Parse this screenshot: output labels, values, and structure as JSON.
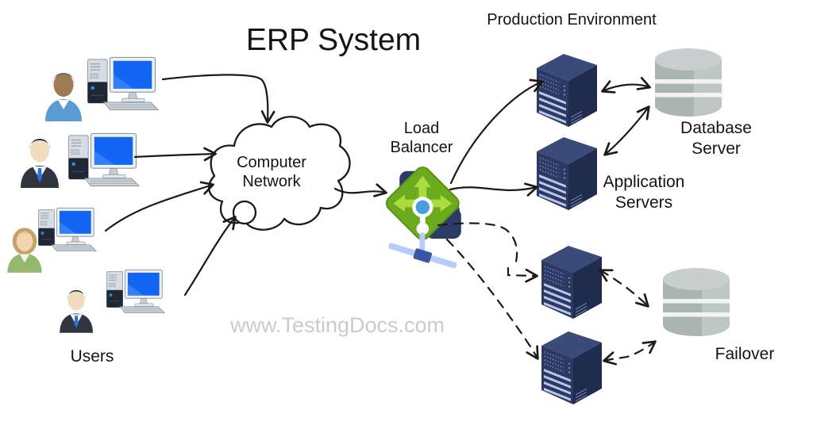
{
  "title": "ERP System",
  "watermark": "www.TestingDocs.com",
  "labels": {
    "production_environment": "Production Environment",
    "computer_network": "Computer\nNetwork",
    "load_balancer": "Load\nBalancer",
    "application_servers": "Application\nServers",
    "database_server": "Database\nServer",
    "failover": "Failover",
    "users": "Users"
  },
  "diagram": {
    "nodes": [
      {
        "id": "users",
        "label": "Users",
        "type": "actors",
        "count": 4
      },
      {
        "id": "computer-network",
        "label": "Computer Network",
        "type": "cloud"
      },
      {
        "id": "load-balancer",
        "label": "Load Balancer",
        "type": "load-balancer"
      },
      {
        "id": "app-server-1",
        "label": "Application Servers",
        "type": "server"
      },
      {
        "id": "app-server-2",
        "label": "Application Servers",
        "type": "server"
      },
      {
        "id": "database-server",
        "label": "Database Server",
        "type": "database"
      },
      {
        "id": "failover-server-1",
        "label": "",
        "type": "server"
      },
      {
        "id": "failover-server-2",
        "label": "",
        "type": "server"
      },
      {
        "id": "failover-db",
        "label": "Failover",
        "type": "database"
      }
    ],
    "connections": [
      {
        "from": "user-1",
        "to": "computer-network",
        "style": "solid",
        "arrow": "single"
      },
      {
        "from": "user-2",
        "to": "computer-network",
        "style": "solid",
        "arrow": "single"
      },
      {
        "from": "user-3",
        "to": "computer-network",
        "style": "solid",
        "arrow": "single"
      },
      {
        "from": "user-4",
        "to": "computer-network",
        "style": "solid",
        "arrow": "single"
      },
      {
        "from": "computer-network",
        "to": "load-balancer",
        "style": "solid",
        "arrow": "single"
      },
      {
        "from": "load-balancer",
        "to": "app-server-1",
        "style": "solid",
        "arrow": "single"
      },
      {
        "from": "load-balancer",
        "to": "app-server-2",
        "style": "solid",
        "arrow": "single"
      },
      {
        "from": "app-server-1",
        "to": "database-server",
        "style": "solid",
        "arrow": "double"
      },
      {
        "from": "app-server-2",
        "to": "database-server",
        "style": "solid",
        "arrow": "double"
      },
      {
        "from": "load-balancer",
        "to": "failover-server-1",
        "style": "dashed",
        "arrow": "single"
      },
      {
        "from": "load-balancer",
        "to": "failover-server-2",
        "style": "dashed",
        "arrow": "single"
      },
      {
        "from": "failover-server-1",
        "to": "failover-db",
        "style": "dashed",
        "arrow": "double"
      },
      {
        "from": "failover-server-2",
        "to": "failover-db",
        "style": "dashed",
        "arrow": "double"
      }
    ]
  },
  "colors": {
    "line_black": "#1a1a1a",
    "server_navy_front": "#2c3a63",
    "server_navy_top": "#3a4a79",
    "server_navy_side": "#202b4d",
    "server_stripe_blue": "#b9c7ea",
    "database_gray": "#aab5b2",
    "database_gray_light": "#c8cfce",
    "lb_green": "#6cab1e",
    "lb_arrow_green": "#aadc3e",
    "lb_navy": "#2b3a66",
    "lb_stand_blue": "#b9cbf8",
    "monitor_screen_blue": "#1266f3",
    "watermark_gray": "#cbcbcb"
  }
}
